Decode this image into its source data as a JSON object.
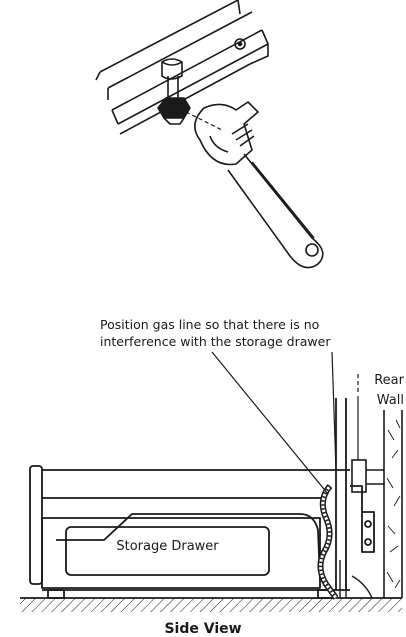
{
  "callout": {
    "line1": "Position gas line so that there is no",
    "line2": "interference with the storage drawer"
  },
  "rear_wall": {
    "line1": "Rear",
    "line2": "Wall"
  },
  "drawer_label": "Storage Drawer",
  "caption": "Side View",
  "colors": {
    "ink": "#1a1a1a",
    "paper": "#ffffff"
  }
}
